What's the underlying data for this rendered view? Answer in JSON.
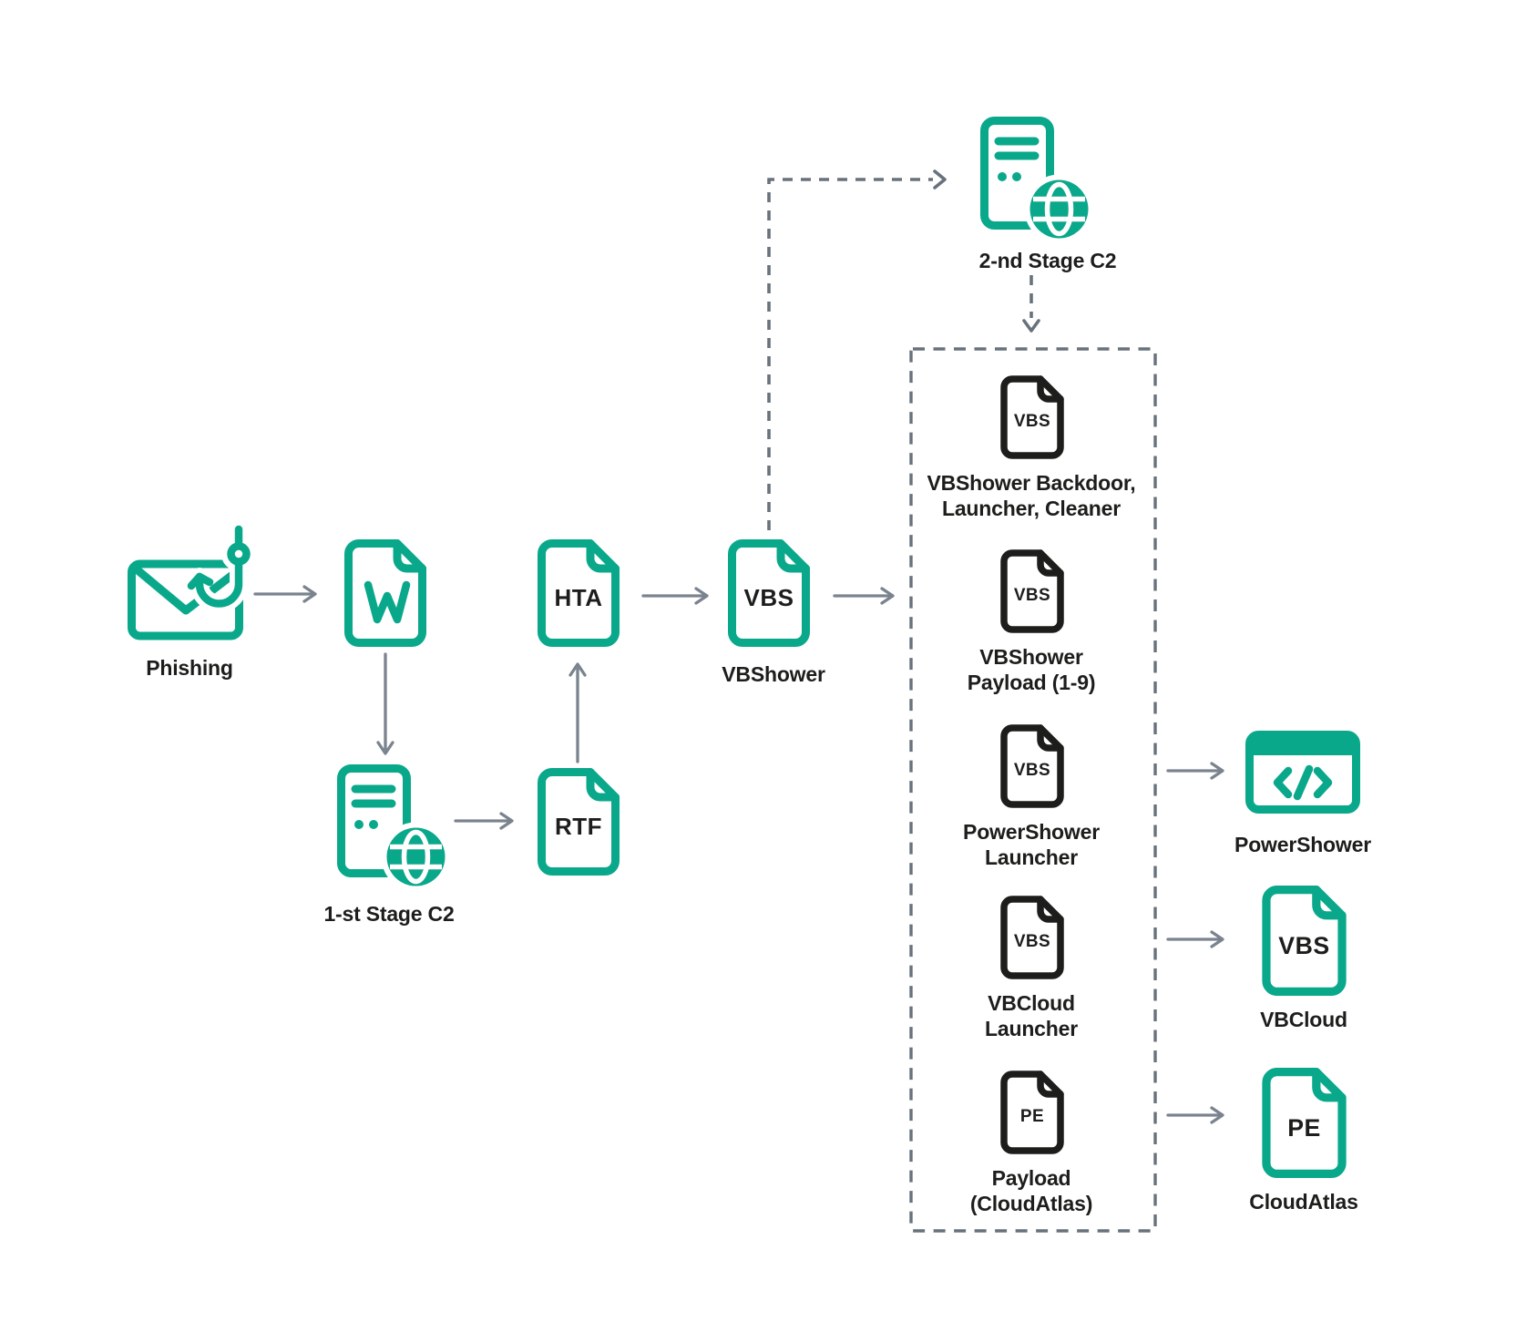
{
  "diagram": {
    "background": "#ffffff",
    "colors": {
      "teal": "#0aa88b",
      "dark": "#1d1d1b",
      "arrow_gray": "#7a838e",
      "dash_gray": "#68727c"
    },
    "nodes": {
      "phishing": {
        "label": "Phishing",
        "icon": "email-hook-icon"
      },
      "word_doc": {
        "glyph": "W",
        "icon": "word-document-icon"
      },
      "stage1_c2": {
        "label": "1-st Stage C2",
        "icon": "server-globe-icon"
      },
      "rtf": {
        "ext": "RTF",
        "icon": "file-icon"
      },
      "hta": {
        "ext": "HTA",
        "icon": "file-icon"
      },
      "vbshower": {
        "ext": "VBS",
        "label": "VBShower",
        "icon": "file-icon"
      },
      "stage2_c2": {
        "label": "2-nd Stage C2",
        "icon": "server-globe-icon"
      },
      "payload_group": {
        "items": [
          {
            "ext": "VBS",
            "line1": "VBShower Backdoor,",
            "line2": "Launcher, Cleaner"
          },
          {
            "ext": "VBS",
            "line1": "VBShower",
            "line2": "Payload (1-9)"
          },
          {
            "ext": "VBS",
            "line1": "PowerShower",
            "line2": "Launcher"
          },
          {
            "ext": "VBS",
            "line1": "VBCloud",
            "line2": "Launcher"
          },
          {
            "ext": "PE",
            "line1": "Payload",
            "line2": "(CloudAtlas)"
          }
        ]
      },
      "powershower": {
        "label": "PowerShower",
        "icon": "code-window-icon"
      },
      "vbcloud": {
        "ext": "VBS",
        "label": "VBCloud",
        "icon": "file-icon"
      },
      "cloudatlas": {
        "ext": "PE",
        "label": "CloudAtlas",
        "icon": "file-icon"
      }
    }
  }
}
